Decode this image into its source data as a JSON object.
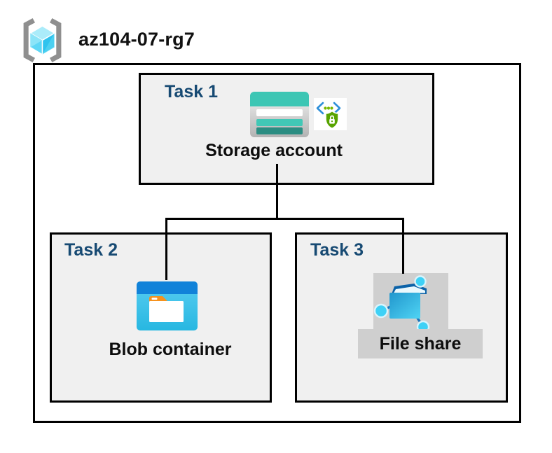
{
  "header": {
    "title": "az104-07-rg7",
    "icon": "resource-group-icon"
  },
  "tasks": [
    {
      "label": "Task 1",
      "item": "Storage account",
      "icons": [
        "storage-account-icon",
        "sas-lock-icon"
      ]
    },
    {
      "label": "Task 2",
      "item": "Blob container",
      "icons": [
        "blob-container-icon"
      ]
    },
    {
      "label": "Task 3",
      "item": "File share",
      "icons": [
        "file-share-icon"
      ]
    }
  ],
  "connections": [
    {
      "from": "Storage account",
      "to": "Blob container"
    },
    {
      "from": "Storage account",
      "to": "File share"
    }
  ],
  "colors": {
    "task_label_blue": "#174a73",
    "box_fill_gray": "#f0f0f0",
    "border_black": "#000000",
    "badge_gray": "#cfcfcf",
    "storage_teal": "#3cc6b4",
    "storage_teal_dark": "#2b8d82",
    "blob_titlebar_blue": "#1182d9",
    "blob_body_cyan": "#2fc0e6",
    "folder_tab_orange": "#f6921e",
    "fileshare_flap_blue": "#0b62a8",
    "fileshare_node_cyan": "#3ed1f6",
    "sas_bracket_blue": "#2e8fd9",
    "sas_shield_green": "#57a300",
    "cube_cyan": "#55d3f4",
    "bracket_gray": "#8f8f8f"
  }
}
